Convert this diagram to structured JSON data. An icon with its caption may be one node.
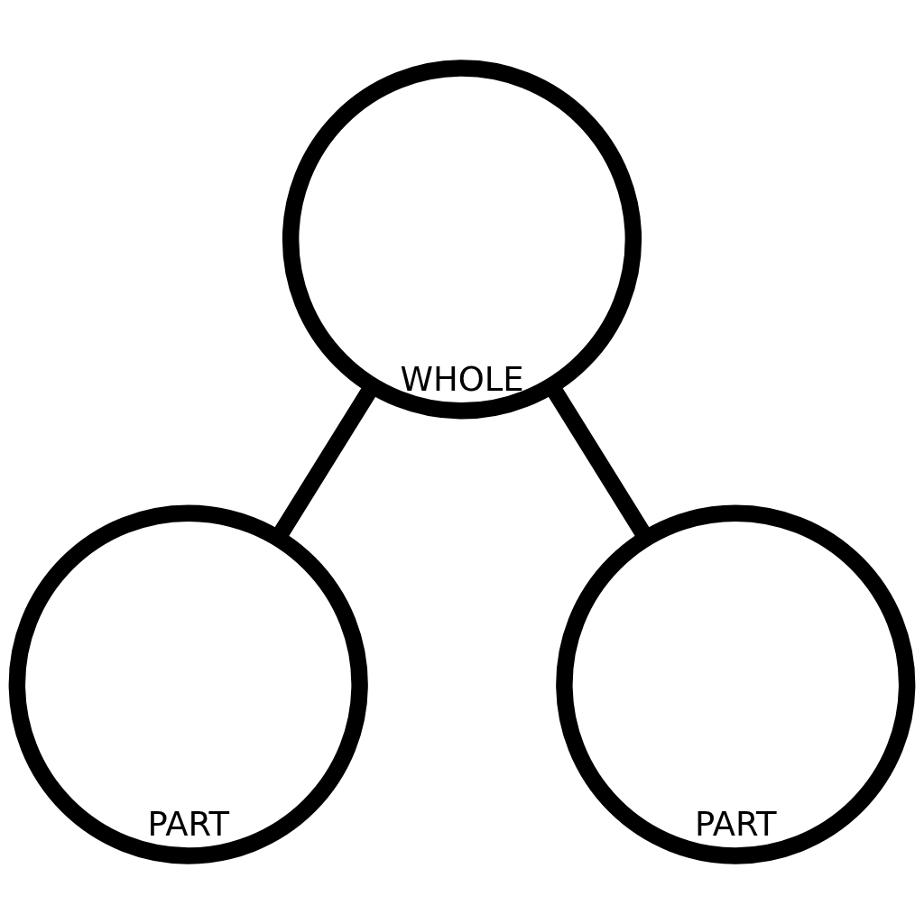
{
  "diagram": {
    "nodes": [
      {
        "text": [
          "WHOLE"
        ]
      },
      {
        "text": [
          "PART"
        ]
      },
      {
        "text": [
          "PART"
        ]
      }
    ],
    "edges": [
      {
        "from": 0,
        "to": 1,
        "arrow": "none"
      },
      {
        "from": 0,
        "to": 2,
        "arrow": "none"
      }
    ]
  }
}
